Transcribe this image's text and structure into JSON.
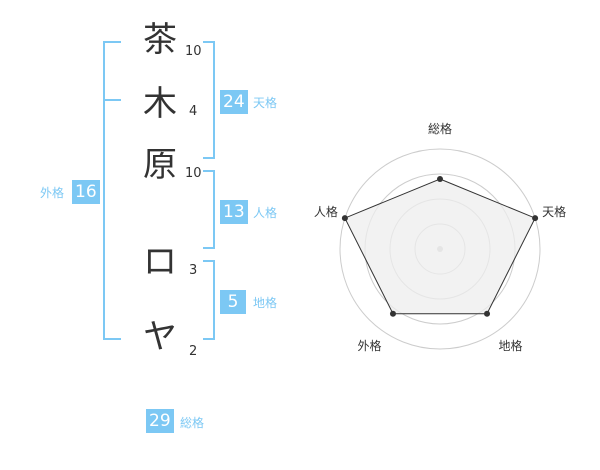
{
  "characters": [
    {
      "char": "茶",
      "strokes": "10"
    },
    {
      "char": "木",
      "strokes": "4"
    },
    {
      "char": "原",
      "strokes": "10"
    },
    {
      "char": "ロ",
      "strokes": "3"
    },
    {
      "char": "ヤ",
      "strokes": "2"
    }
  ],
  "fortunes": {
    "tenkaku": {
      "value": "24",
      "label": "天格"
    },
    "jinkaku": {
      "value": "13",
      "label": "人格"
    },
    "chikaku": {
      "value": "5",
      "label": "地格"
    },
    "gaikaku": {
      "value": "16",
      "label": "外格"
    },
    "soukaku": {
      "value": "29",
      "label": "総格"
    }
  },
  "colors": {
    "accent": "#7cc8f4",
    "text": "#333333",
    "radar_fill": "#eeeeee",
    "radar_ring": "#cccccc"
  },
  "chart_data": {
    "type": "radar",
    "axes": [
      "総格",
      "天格",
      "地格",
      "外格",
      "人格"
    ],
    "values": [
      0.7,
      1.0,
      0.8,
      0.8,
      1.0
    ],
    "max": 1.0,
    "rings": 4
  }
}
